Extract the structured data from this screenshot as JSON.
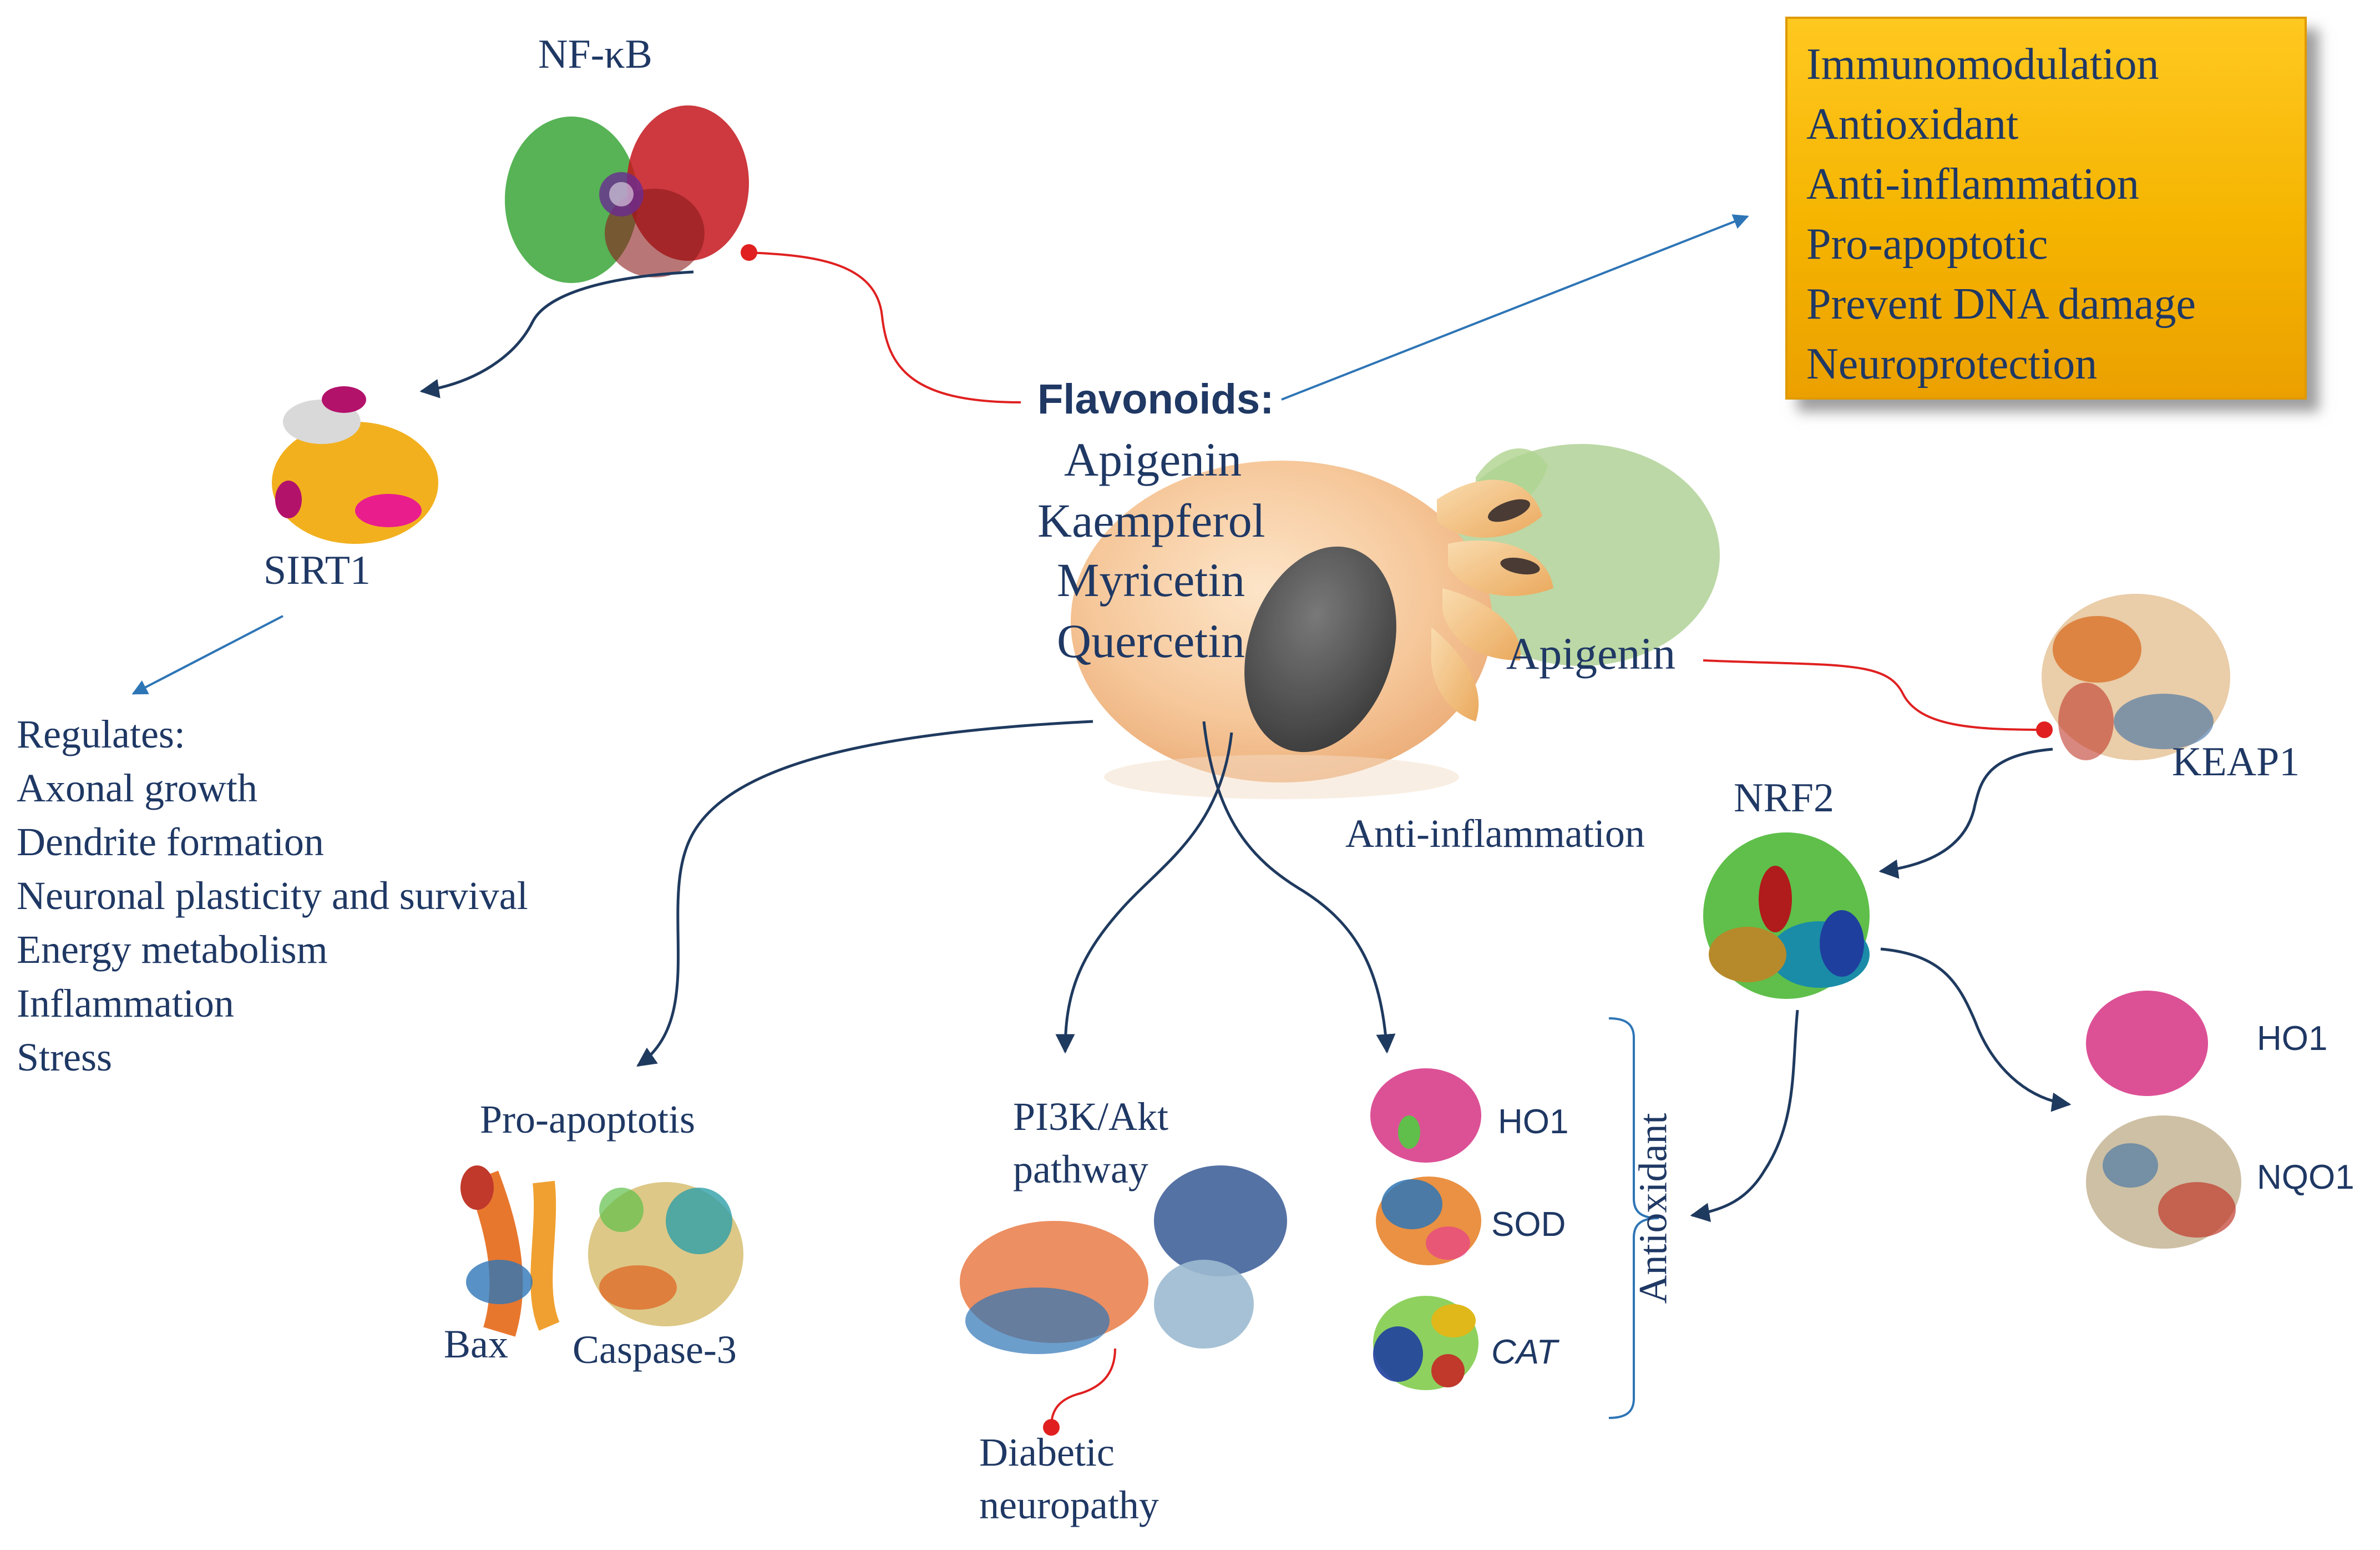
{
  "center": {
    "heading": "Flavonoids:",
    "compounds": [
      "Apigenin",
      "Kaempferol",
      "Myricetin",
      "Quercetin"
    ]
  },
  "effects": [
    "Immunomodulation",
    "Antioxidant",
    "Anti-inflammation",
    "Pro-apoptotic",
    "Prevent DNA damage",
    "Neuroprotection"
  ],
  "nfkb": "NF-κB",
  "sirt1": "SIRT1",
  "regulates": {
    "title": "Regulates:",
    "items": [
      "Axonal growth",
      "Dendrite formation",
      "Neuronal plasticity and survival",
      "Energy metabolism",
      "Inflammation",
      "Stress"
    ]
  },
  "apigenin_right": "Apigenin",
  "keap1": "KEAP1",
  "nrf2": "NRF2",
  "anti_inflammation": "Anti-inflammation",
  "apoptosis": {
    "title": "Pro-apoptotis",
    "bax": "Bax",
    "caspase": "Caspase-3"
  },
  "pi3k": {
    "line1": "PI3K/Akt",
    "line2": "pathway",
    "outcome_line1": "Diabetic",
    "outcome_line2": "neuropathy"
  },
  "antioxidant": {
    "ho1": "HO1",
    "sod": "SOD",
    "cat": "CAT",
    "bracket_label": "Antioxidant"
  },
  "nrf2_targets": {
    "ho1": "HO1",
    "nqo1": "NQO1"
  },
  "colors": {
    "text": "#1f3864",
    "arrow": "#1f3a5f",
    "blue_arrow": "#2e75b6",
    "inhibit": "#e02020",
    "box": "#ffc000"
  }
}
